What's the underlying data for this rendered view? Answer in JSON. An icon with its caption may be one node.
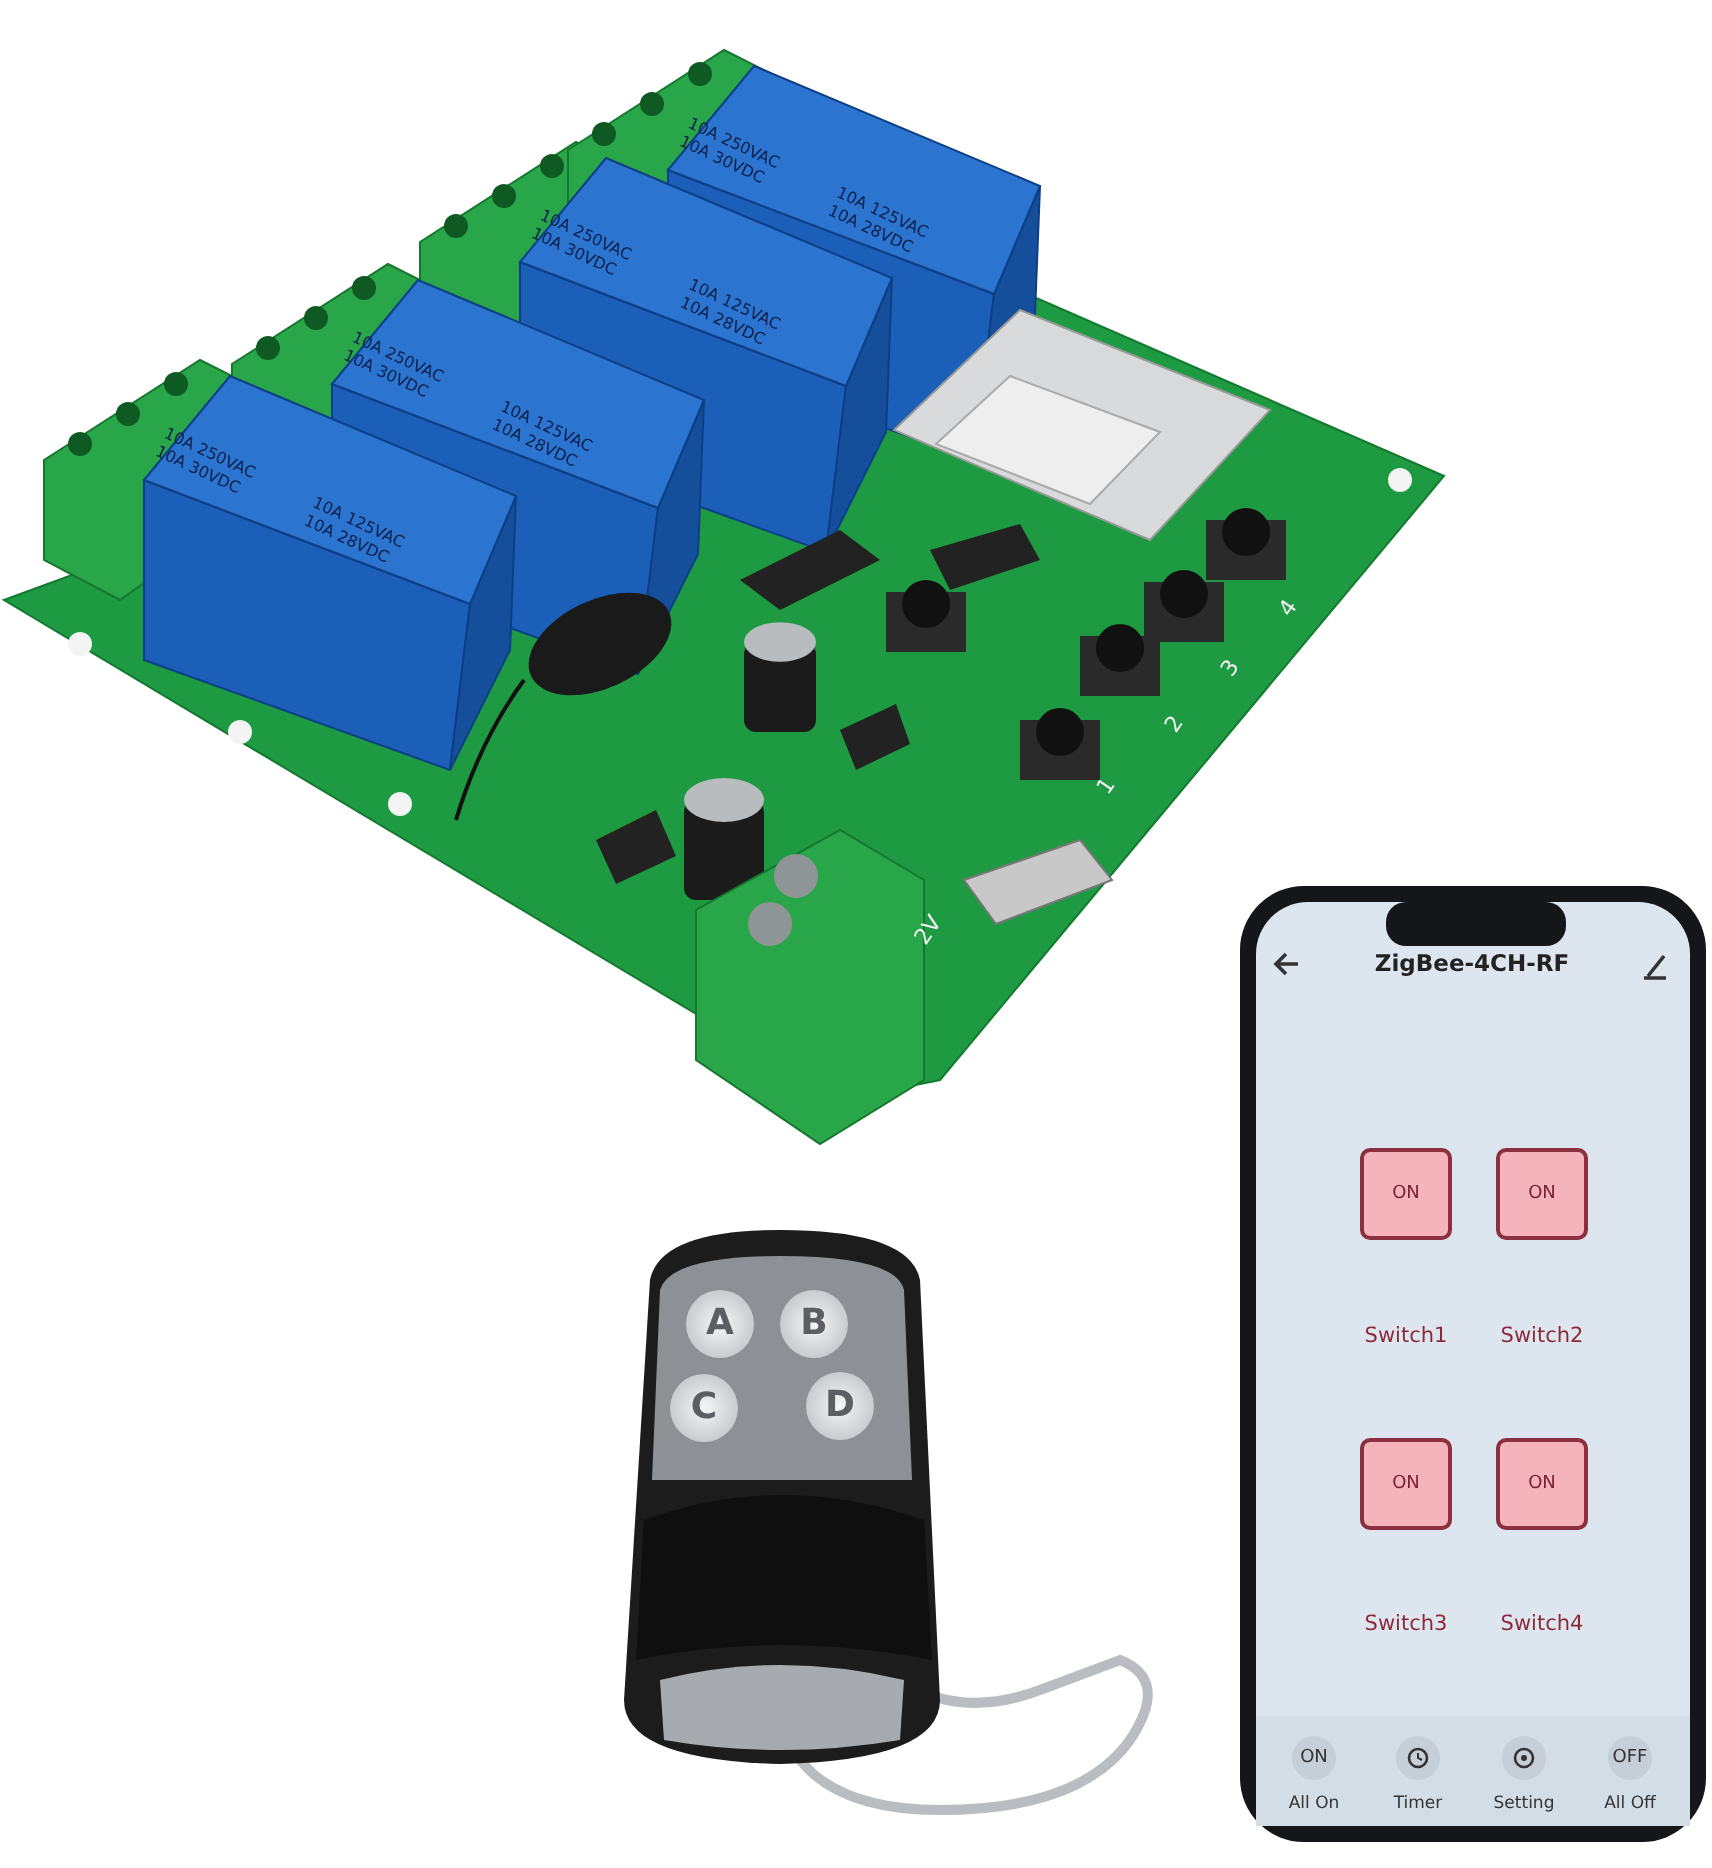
{
  "diagram": {
    "labels": [
      "10A 250VAC",
      "10A 125VAC",
      "10A 30VDC",
      "10A 28VDC",
      "10A 250VAC",
      "10A 125VAC",
      "10A 30VDC",
      "10A 28VDC",
      "10A 250VAC",
      "10A 125VAC",
      "10A 30VDC",
      "10A 28VDC",
      "10A 250VAC",
      "10A 125VAC",
      "10A 30VDC",
      "10A 28VDC",
      "4",
      "3",
      "2",
      "1",
      "2V",
      "A",
      "B",
      "C",
      "D",
      "ZigBee-4CH-RF",
      "ON",
      "ON",
      "Switch1",
      "Switch2",
      "ON",
      "ON",
      "Switch3",
      "Switch4",
      "ON",
      "All On",
      "Timer",
      "Setting",
      "OFF",
      "All Off"
    ]
  }
}
